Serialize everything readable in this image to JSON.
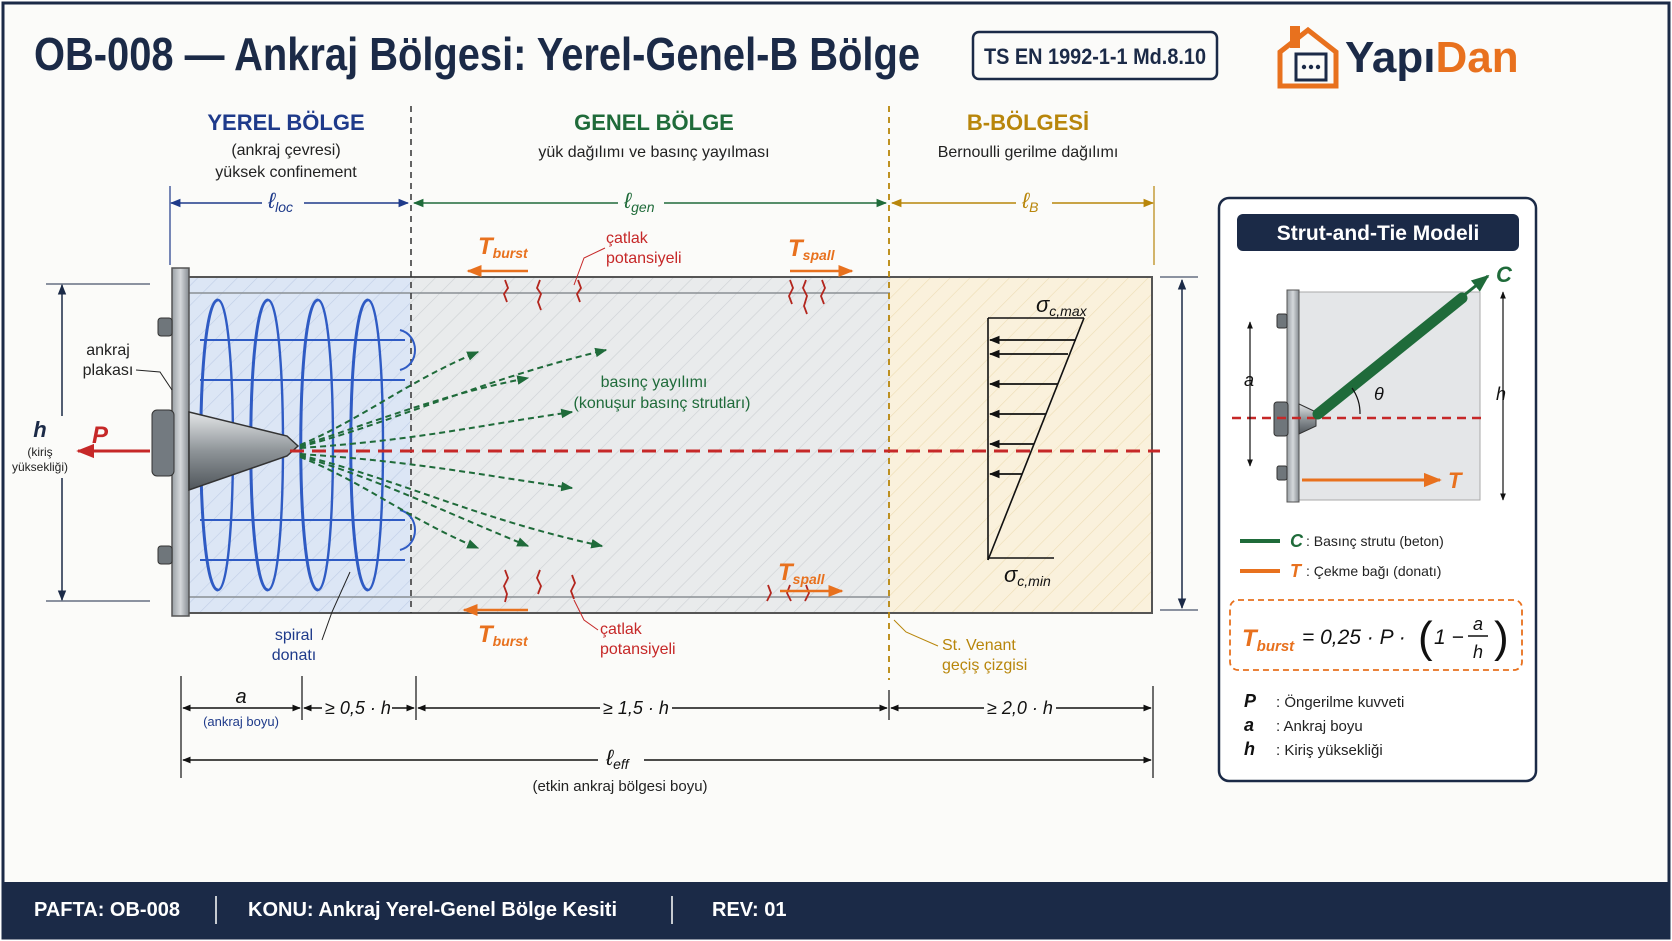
{
  "title": "OB-008 — Ankraj Bölgesi: Yerel-Genel-B Bölge",
  "standard": "TS EN 1992-1-1 Md.8.10",
  "brand": {
    "part1": "Yapı",
    "part2": "Dan",
    "accent": "#E8711E",
    "dark": "#1B2A47"
  },
  "colors": {
    "local": "#1E3A8A",
    "general": "#1F6B3A",
    "bregion": "#B8860B",
    "red": "#C62828",
    "orange": "#E8711E",
    "navy": "#1B2A47"
  },
  "zones": {
    "local": {
      "title": "YEREL BÖLGE",
      "line1": "(ankraj çevresi)",
      "line2": "yüksek confinement",
      "len_main": "ℓ",
      "len_sub": "loc"
    },
    "general": {
      "title": "GENEL BÖLGE",
      "line1": "yük dağılımı ve basınç yayılması",
      "len_main": "ℓ",
      "len_sub": "gen"
    },
    "bregion": {
      "title": "B-BÖLGESİ",
      "line1": "Bernoulli gerilme dağılımı",
      "len_main": "ℓ",
      "len_sub": "B"
    }
  },
  "labels": {
    "plate": [
      "ankraj",
      "plakası"
    ],
    "h_main": "h",
    "h_desc": [
      "(kiriş",
      "yüksekliği)"
    ],
    "P": "P",
    "spiral": [
      "spiral",
      "donatı"
    ],
    "crack": [
      "çatlak",
      "potansiyeli"
    ],
    "spread": [
      "basınç yayılımı",
      "(konuşur basınç strutları)"
    ],
    "stvenant": [
      "St. Venant",
      "geçiş çizgisi"
    ],
    "T": "T",
    "burst": "burst",
    "spall": "spall",
    "sigma": "σ",
    "sigma_max": "c,max",
    "sigma_min": "c,min"
  },
  "dims": {
    "a": "a",
    "a_desc": "(ankraj boyu)",
    "d1": "≥ 0,5 · h",
    "d2": "≥ 1,5 · h",
    "d3": "≥ 2,0 · h",
    "leff_main": "ℓ",
    "leff_sub": "eff",
    "leff_desc": "(etkin ankraj bölgesi boyu)"
  },
  "stm": {
    "title": "Strut-and-Tie Modeli",
    "C": "C",
    "T": "T",
    "a": "a",
    "h": "h",
    "theta": "θ",
    "legend_C_sym": "C",
    "legend_C_text": ": Basınç strutu (beton)",
    "legend_T_sym": "T",
    "legend_T_text": ": Çekme bağı (donatı)",
    "formula": {
      "lhs_main": "T",
      "lhs_sub": "burst",
      "rhs": "= 0,25 · P ·",
      "one_minus": "1 −",
      "num": "a",
      "den": "h"
    },
    "defs": [
      {
        "sym": "P",
        "text": ": Öngerilme kuvveti"
      },
      {
        "sym": "a",
        "text": ": Ankraj boyu"
      },
      {
        "sym": "h",
        "text": ": Kiriş yüksekliği"
      }
    ]
  },
  "footer": {
    "sheet": "PAFTA: OB-008",
    "subject": "KONU: Ankraj Yerel-Genel Bölge Kesiti",
    "rev": "REV: 01"
  }
}
